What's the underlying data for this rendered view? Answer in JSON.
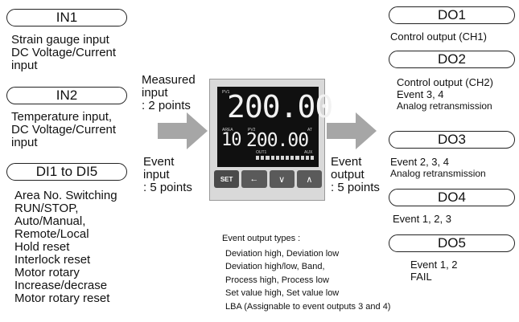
{
  "inputs": {
    "in1": {
      "label": "IN1",
      "lines": [
        "Strain gauge input",
        "DC Voltage/Current",
        "input"
      ]
    },
    "in2": {
      "label": "IN2",
      "lines": [
        "Temperature input,",
        "DC Voltage/Current",
        "input"
      ]
    },
    "di": {
      "label": "DI1 to DI5",
      "lines": [
        "Area No. Switching",
        "RUN/STOP,",
        "Auto/Manual,",
        "Remote/Local",
        "Hold reset",
        "Interlock reset",
        "Motor rotary",
        "Increase/decrase",
        "Motor rotary reset"
      ]
    }
  },
  "measured_input": {
    "lines": [
      "Measured",
      "input",
      ": 2 points"
    ]
  },
  "event_input": {
    "lines": [
      "Event",
      "input",
      ": 5 points"
    ]
  },
  "event_output": {
    "lines": [
      "Event",
      "output",
      ": 5 points"
    ]
  },
  "controller": {
    "pv1_label": "PV1",
    "pv1_value": "200.00",
    "area_label": "AREA",
    "pv2_label": "PV2",
    "at_label": "AT",
    "area_value": "10",
    "pv2_value": "200.00",
    "out1_label": "OUT1",
    "aux_label": "AUX",
    "key_set": "SET",
    "key_shift": "←",
    "key_down": "∨",
    "key_up": "∧"
  },
  "outputs": {
    "do1": {
      "label": "DO1",
      "lines": [
        "Control output (CH1)"
      ]
    },
    "do2": {
      "label": "DO2",
      "lines": [
        "Control output (CH2)",
        "Event 3, 4",
        "Analog retransmission"
      ]
    },
    "do3": {
      "label": "DO3",
      "lines": [
        "Event 2, 3, 4",
        "Analog retransmission"
      ]
    },
    "do4": {
      "label": "DO4",
      "lines": [
        "Event 1, 2, 3"
      ]
    },
    "do5": {
      "label": "DO5",
      "lines": [
        "Event 1, 2",
        "FAIL"
      ]
    }
  },
  "event_types": {
    "title": "Event output types :",
    "lines": [
      "Deviation high, Deviation low",
      "Deviation high/low, Band,",
      "Process high, Process low",
      "Set value high, Set value low",
      "LBA (Assignable to event outputs 3 and 4)"
    ]
  }
}
